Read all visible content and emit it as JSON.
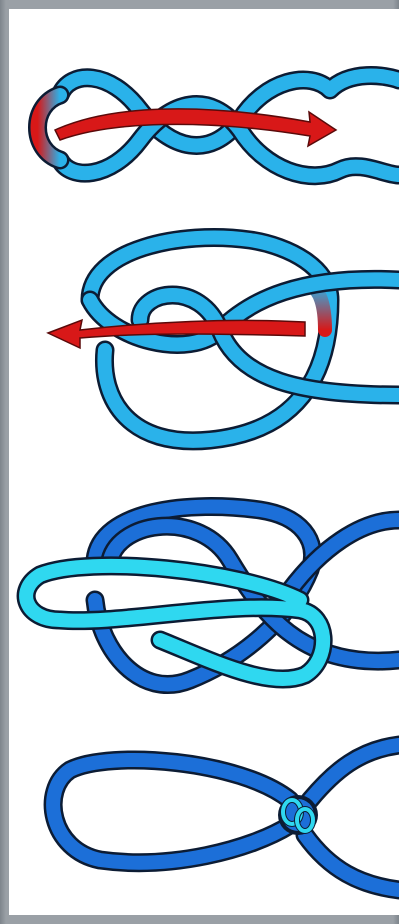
{
  "figure": {
    "steps": [
      {
        "id": "step-1",
        "arrow": "red-arrow-right",
        "arrow_color": "#d81818"
      },
      {
        "id": "step-2",
        "arrow": "red-arrow-left",
        "arrow_color": "#d81818"
      },
      {
        "id": "step-3"
      },
      {
        "id": "step-4"
      }
    ],
    "colors": {
      "rope_light": "#2ab2ea",
      "rope_cyan": "#2fd8f0",
      "rope_dark": "#1c6fd8",
      "outline": "#0c1c34",
      "arrow": "#d81818",
      "background": "#ffffff",
      "border": "#8a9096"
    }
  }
}
